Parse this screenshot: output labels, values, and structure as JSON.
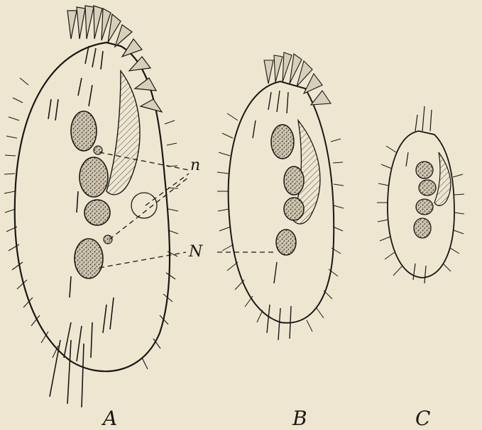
{
  "figure": {
    "panels": [
      {
        "label": "A"
      },
      {
        "label": "B"
      },
      {
        "label": "C"
      }
    ],
    "annotations": {
      "micronucleus": "n",
      "macronucleus": "N"
    },
    "colors": {
      "paper": "#efe6d2",
      "ink": "#1a1713"
    }
  }
}
